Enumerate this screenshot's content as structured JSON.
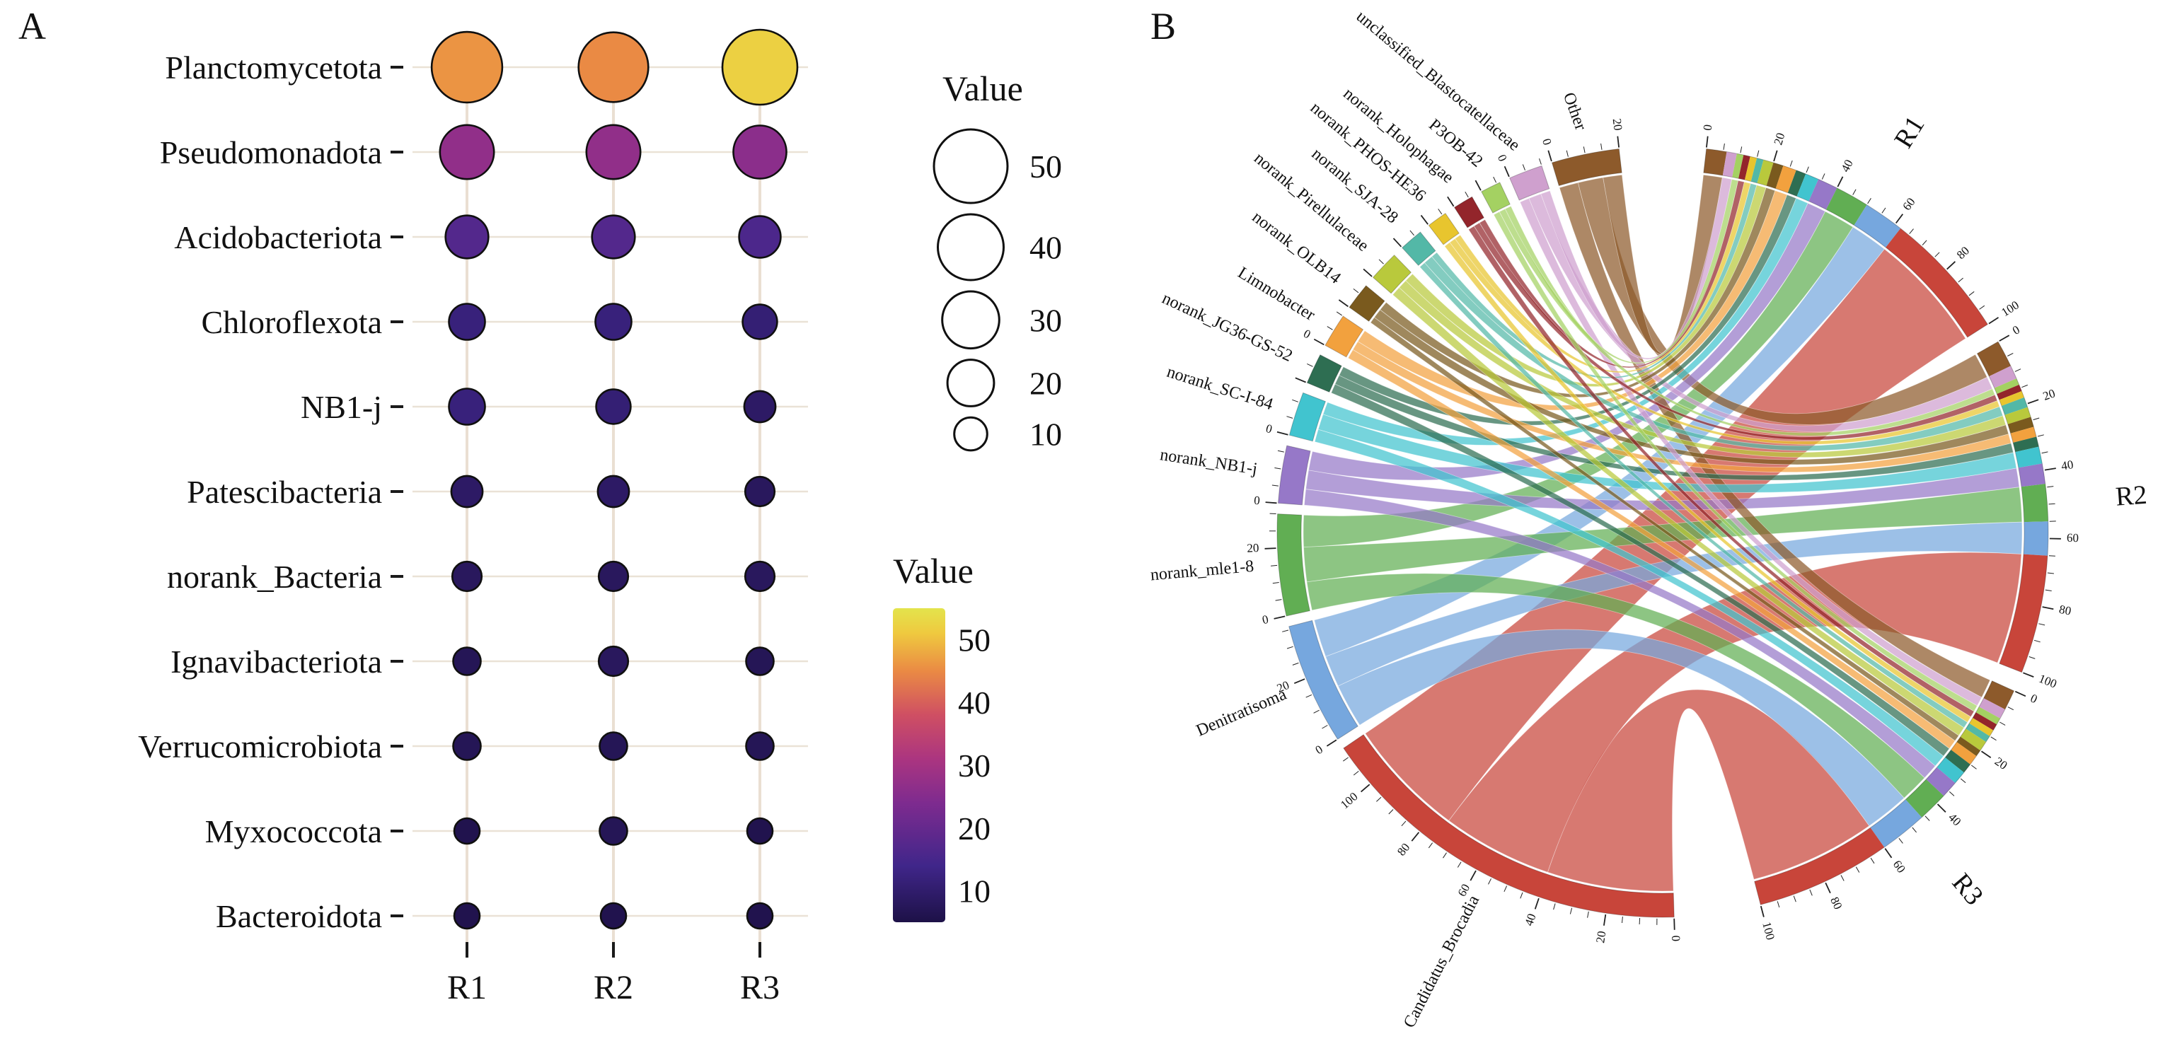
{
  "panels": {
    "a": {
      "label": "A"
    },
    "b": {
      "label": "B"
    }
  },
  "chart_data": [
    {
      "type": "bubble",
      "title": "",
      "categories_x": [
        "R1",
        "R2",
        "R3"
      ],
      "rows": [
        {
          "name": "Planctomycetota",
          "values": [
            46,
            45,
            52
          ]
        },
        {
          "name": "Pseudomonadota",
          "values": [
            27,
            27,
            26
          ]
        },
        {
          "name": "Acidobacteriota",
          "values": [
            17,
            17,
            16
          ]
        },
        {
          "name": "Chloroflexota",
          "values": [
            12,
            12,
            11
          ]
        },
        {
          "name": "NB1-j",
          "values": [
            12,
            11,
            9
          ]
        },
        {
          "name": "Patescibacteria",
          "values": [
            9,
            9,
            8
          ]
        },
        {
          "name": "norank_Bacteria",
          "values": [
            8,
            8,
            8
          ]
        },
        {
          "name": "Ignavibacteriota",
          "values": [
            7,
            8,
            7
          ]
        },
        {
          "name": "Verrucomicrobiota",
          "values": [
            7,
            7,
            7
          ]
        },
        {
          "name": "Myxococcota",
          "values": [
            6,
            7,
            6
          ]
        },
        {
          "name": "Bacteroidota",
          "values": [
            6,
            6,
            6
          ]
        }
      ],
      "size_legend": {
        "title": "Value",
        "values": [
          50,
          40,
          30,
          20,
          10
        ]
      },
      "color_legend": {
        "title": "Value",
        "ticks": [
          50,
          40,
          30,
          20,
          10
        ]
      },
      "value_domain": [
        5,
        55
      ],
      "colormap": [
        [
          0,
          "#1D1147"
        ],
        [
          0.18,
          "#40268A"
        ],
        [
          0.38,
          "#7E2B8F"
        ],
        [
          0.52,
          "#AB3580"
        ],
        [
          0.66,
          "#CF4F63"
        ],
        [
          0.8,
          "#EA8A44"
        ],
        [
          0.92,
          "#EFC93F"
        ],
        [
          1,
          "#E3E44C"
        ]
      ]
    },
    {
      "type": "chord",
      "samples": [
        "R1",
        "R2",
        "R3"
      ],
      "taxa": [
        {
          "name": "Candidatus_Brocadia",
          "color": "#C8453A",
          "values": [
            38,
            35,
            40
          ]
        },
        {
          "name": "Denitratisoma",
          "color": "#76A7DE",
          "values": [
            12,
            10,
            14
          ]
        },
        {
          "name": "norank_mle1-8",
          "color": "#61AE53",
          "values": [
            10,
            11,
            9
          ]
        },
        {
          "name": "norank_NB1-j",
          "color": "#9678C8",
          "values": [
            6,
            6,
            5
          ]
        },
        {
          "name": "norank_SC-I-84",
          "color": "#41C4CF",
          "values": [
            4,
            5,
            4
          ]
        },
        {
          "name": "norank_JG36-GS-52",
          "color": "#2E6E52",
          "values": [
            3,
            3,
            3
          ]
        },
        {
          "name": "Limnobacter",
          "color": "#F2A13E",
          "values": [
            4,
            3,
            3
          ]
        },
        {
          "name": "norank_OLB14",
          "color": "#7A5A1E",
          "values": [
            3,
            3,
            2
          ]
        },
        {
          "name": "norank_Pirellulaceae",
          "color": "#B9C93C",
          "values": [
            3,
            3,
            3
          ]
        },
        {
          "name": "norank_SJA-28",
          "color": "#53B8A7",
          "values": [
            2,
            3,
            2
          ]
        },
        {
          "name": "norank_PHOS-HE36",
          "color": "#E8C52E",
          "values": [
            2,
            2,
            2
          ]
        },
        {
          "name": "norank_Holophagae",
          "color": "#93252B",
          "values": [
            2,
            2,
            2
          ]
        },
        {
          "name": "P3OB-42",
          "color": "#A4D162",
          "values": [
            2,
            2,
            2
          ]
        },
        {
          "name": "unclassified_Blastocatellaceae",
          "color": "#CFA0CE",
          "values": [
            3,
            4,
            3
          ]
        },
        {
          "name": "Other",
          "color": "#8D5A2B",
          "values": [
            6,
            8,
            6
          ]
        }
      ],
      "axis": {
        "major": 20,
        "minor": 5,
        "max_per_sample": 100
      }
    }
  ]
}
